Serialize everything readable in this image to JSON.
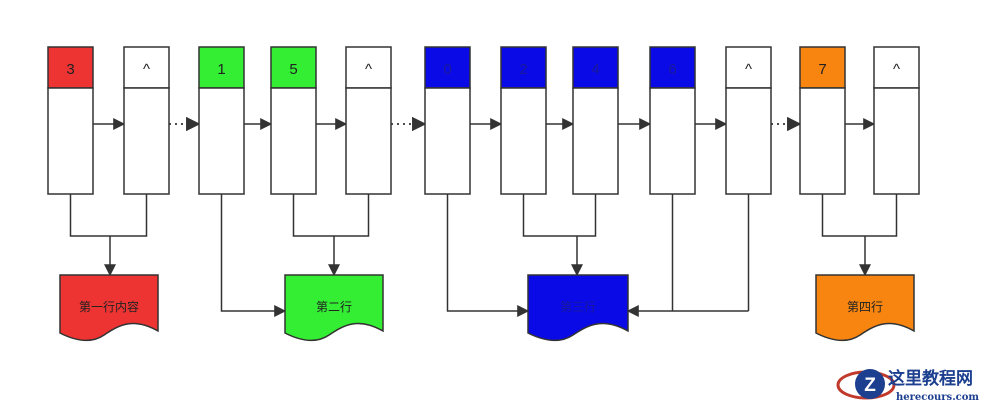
{
  "nodes": [
    {
      "label": "3",
      "color": "#ee3333",
      "text_color": "#222222"
    },
    {
      "label": "^",
      "color": "#ffffff",
      "text_color": "#222222"
    },
    {
      "label": "1",
      "color": "#33ee33",
      "text_color": "#222222"
    },
    {
      "label": "5",
      "color": "#33ee33",
      "text_color": "#222222"
    },
    {
      "label": "^",
      "color": "#ffffff",
      "text_color": "#222222"
    },
    {
      "label": "0",
      "color": "#0a0ae6",
      "text_color": "#1a1a9a"
    },
    {
      "label": "2",
      "color": "#0a0ae6",
      "text_color": "#1a1a9a"
    },
    {
      "label": "4",
      "color": "#0a0ae6",
      "text_color": "#1a1a9a"
    },
    {
      "label": "6",
      "color": "#0a0ae6",
      "text_color": "#1a1a9a"
    },
    {
      "label": "^",
      "color": "#ffffff",
      "text_color": "#222222"
    },
    {
      "label": "7",
      "color": "#f78510",
      "text_color": "#222222"
    },
    {
      "label": "^",
      "color": "#ffffff",
      "text_color": "#222222"
    }
  ],
  "documents": [
    {
      "label": "第一行内容",
      "color": "#ee3333",
      "text_color": "#222222"
    },
    {
      "label": "第二行",
      "color": "#33ee33",
      "text_color": "#222222"
    },
    {
      "label": "第三行",
      "color": "#0a0ae6",
      "text_color": "#1a1a9a"
    },
    {
      "label": "第四行",
      "color": "#f78510",
      "text_color": "#222222"
    }
  ],
  "watermark": {
    "title": "这里教程网",
    "subtitle": "herecours.com",
    "logo_letter": "Z"
  },
  "colors": {
    "line": "#333333",
    "border": "#333333"
  }
}
